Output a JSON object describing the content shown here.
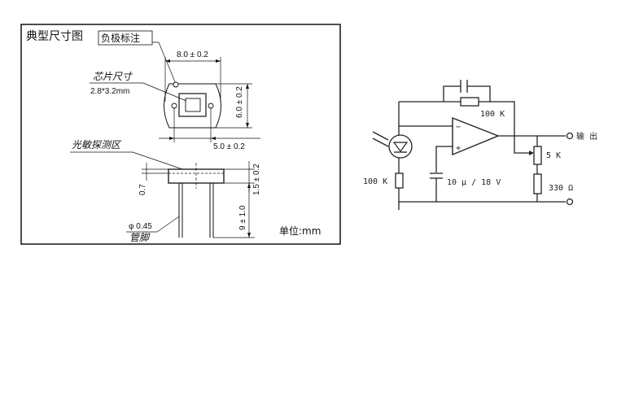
{
  "left": {
    "title": "典型尺寸图",
    "callout_cathode": "负极标注",
    "callout_chip": "芯片尺寸",
    "chip_size": "2.8*3.2mm",
    "callout_area": "光敏探测区",
    "dim_width": "8.0 ± 0.2",
    "dim_height": "6.0 ± 0.2",
    "dim_pitch": "5.0 ± 0.2",
    "dim_window": "0.7",
    "dim_body": "1.5 ± 0.2",
    "dim_lead": "9 ± 1.0",
    "lead_dia": "φ 0.45",
    "lead_label": "管脚",
    "unit": "单位:mm"
  },
  "right": {
    "r_feedback": "100 K",
    "r_bias": "100 K",
    "cap": "10 μ / 18 V",
    "pot": "5 K",
    "r_load": "330 Ω",
    "output": "输 出",
    "op_minus": "−",
    "op_plus": "+"
  }
}
